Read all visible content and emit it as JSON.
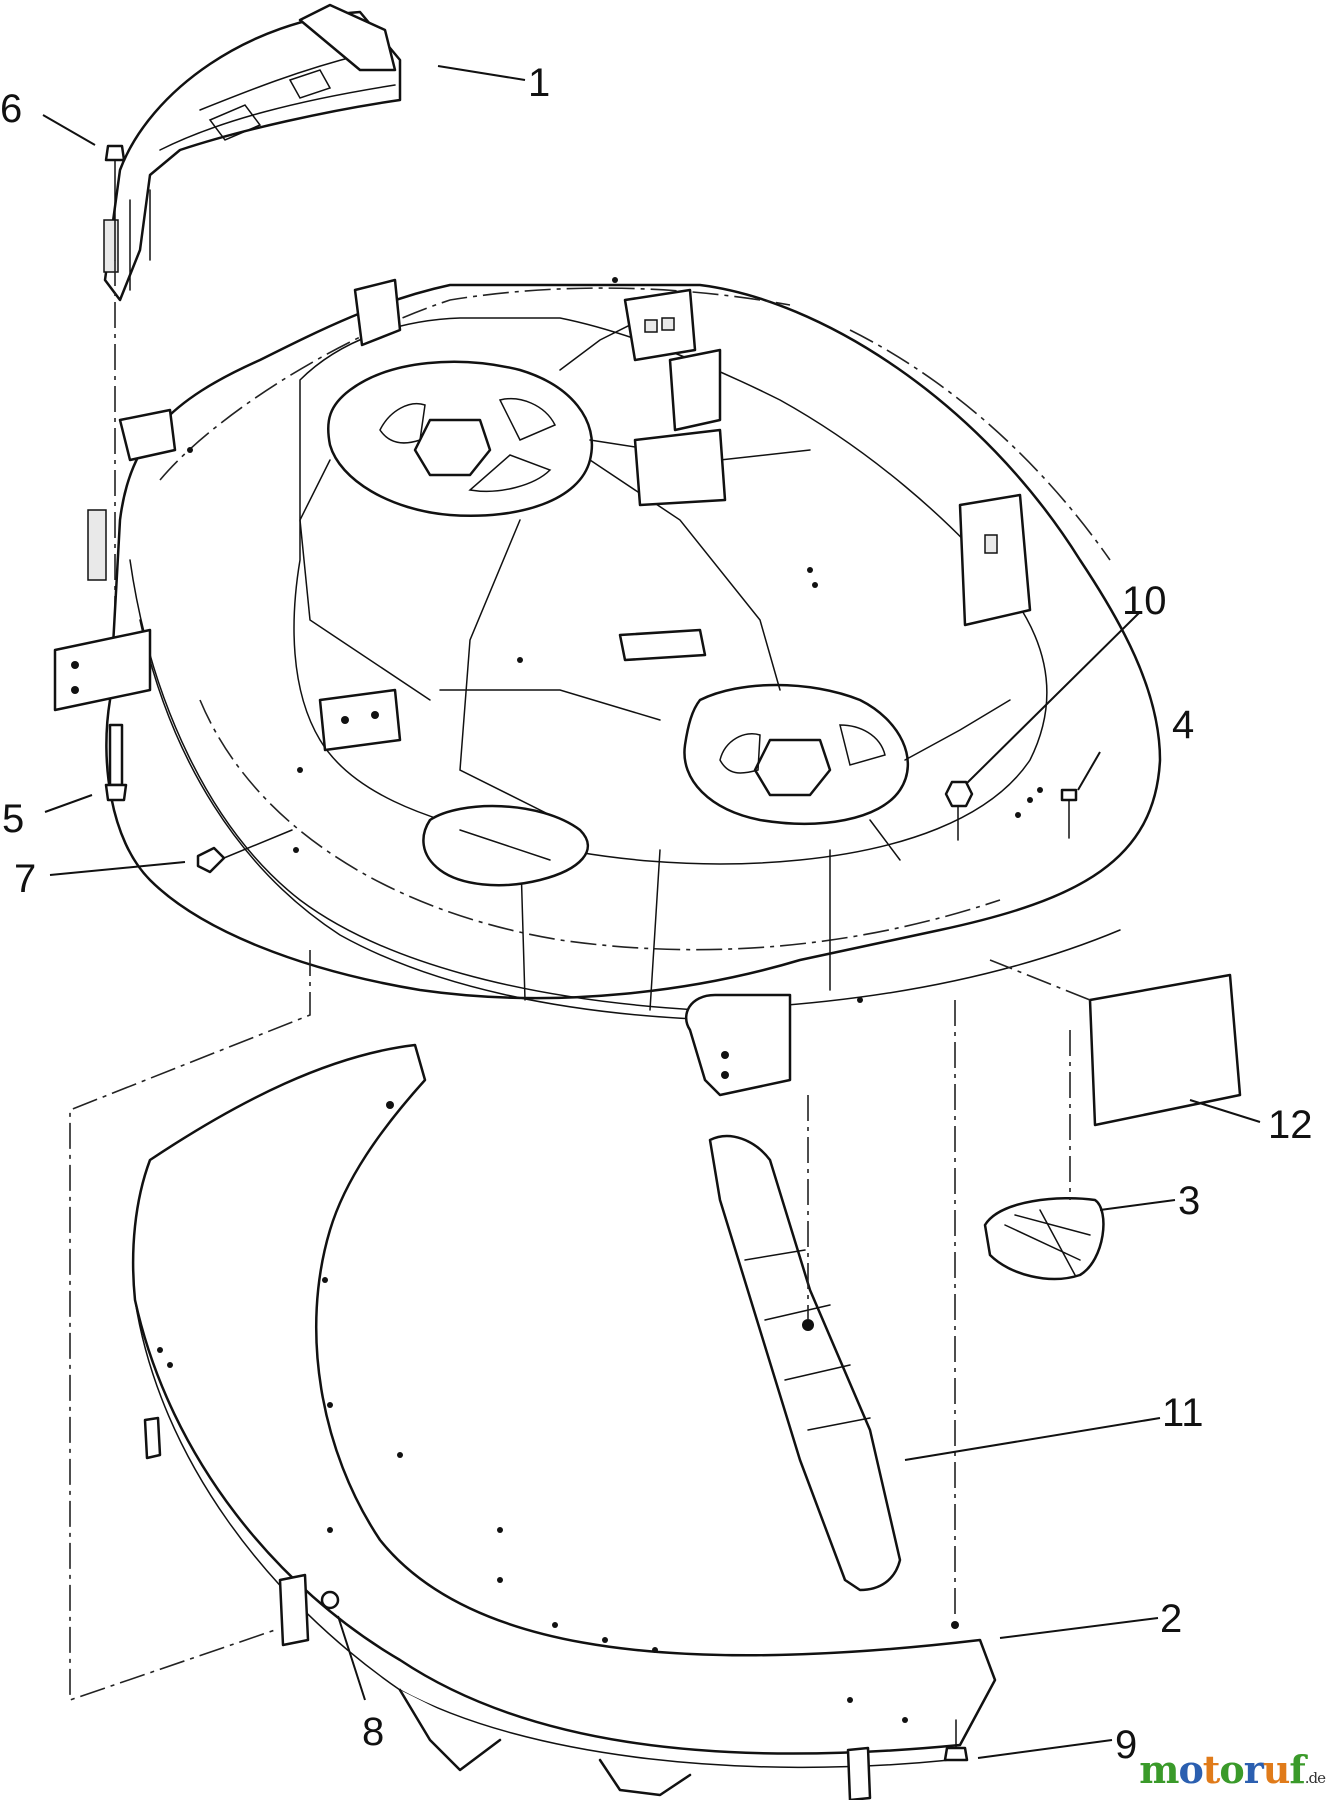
{
  "callouts": {
    "c1": "1",
    "c2": "2",
    "c3": "3",
    "c4": "4",
    "c5": "5",
    "c6": "6",
    "c7": "7",
    "c8": "8",
    "c9": "9",
    "c10": "10",
    "c11": "11",
    "c12": "12"
  },
  "watermark": {
    "m": "m",
    "o1": "o",
    "t": "t",
    "o2": "o",
    "r": "r",
    "u": "u",
    "f": "f",
    "tld": ".de"
  },
  "colors": {
    "watermark_green": "#3a9a2a",
    "watermark_blue": "#2b5fb0",
    "watermark_orange": "#e07b1a"
  }
}
